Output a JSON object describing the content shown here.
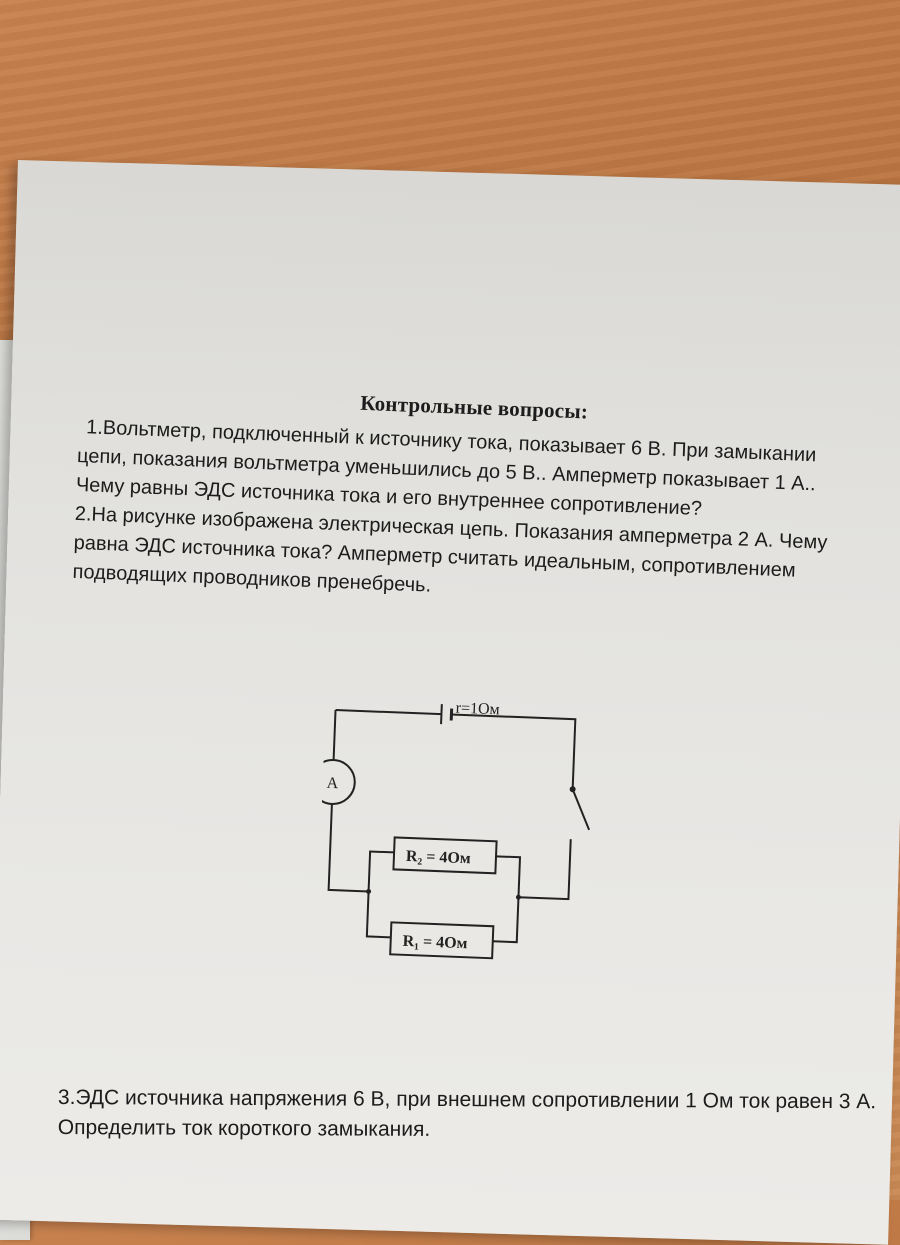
{
  "heading": "Контрольные вопросы:",
  "questions": {
    "q1": "1.Вольтметр, подключенный к источнику тока, показывает 6 В. При замыкании цепи, показания вольтметра уменьшились до 5 В.. Амперметр показывает 1 А.. Чему равны ЭДС источника тока и его внутреннее сопротивление?",
    "q2": "2.На рисунке изображена электрическая цепь. Показания амперметра 2 А. Чему равна ЭДС источника тока? Амперметр считать идеальным, сопротивлением подводящих проводников пренебречь.",
    "q3": "3.ЭДС источника напряжения 6 В, при внешнем сопротивлении 1 Ом ток равен 3 А. Определить ток короткого замыкания."
  },
  "circuit": {
    "source_label": "r=1Ом",
    "ammeter_label": "A",
    "r2_label": "R₂ = 4Ом",
    "r1_label": "R₁ = 4Ом"
  }
}
